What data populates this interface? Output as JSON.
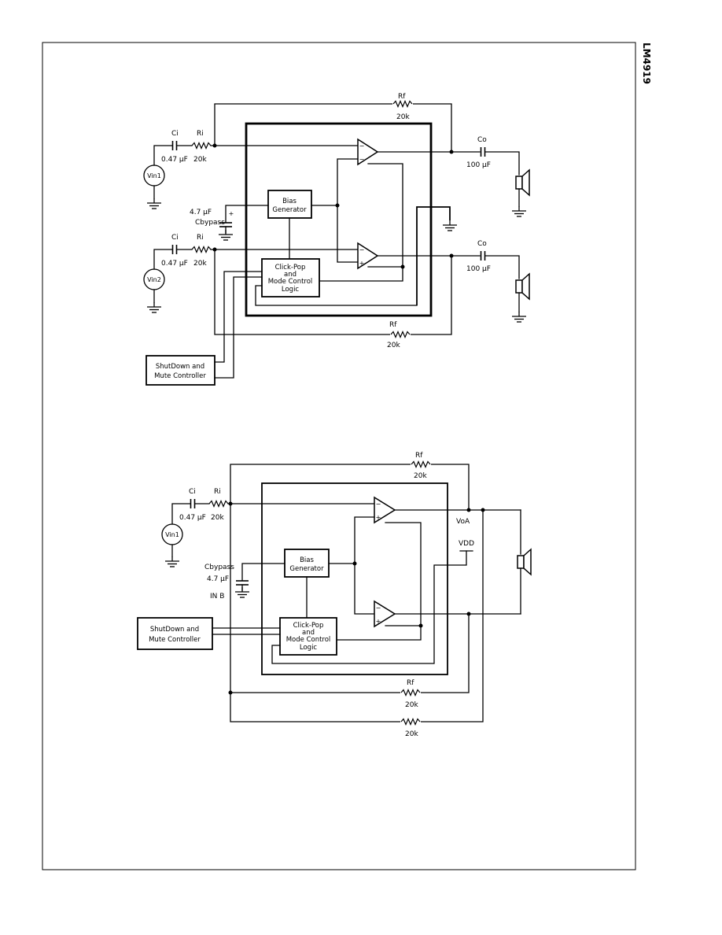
{
  "page": {
    "side_label": "LM4919"
  },
  "figure1": {
    "rf_top": {
      "name": "Rf",
      "value": "20k"
    },
    "rf_bottom": {
      "name": "Rf",
      "value": "20k"
    },
    "ci_a": {
      "name": "Ci",
      "value": "0.47 µF"
    },
    "ri_a": {
      "name": "Ri",
      "value": "20k"
    },
    "ci_b": {
      "name": "Ci",
      "value": "0.47 µF"
    },
    "ri_b": {
      "name": "Ri",
      "value": "20k"
    },
    "vin_a": "Vin1",
    "vin_b": "Vin2",
    "cbypass_value": "4.7 µF",
    "cbypass_name": "Cbypass",
    "bias_block": [
      "Bias",
      "Generator"
    ],
    "clickpop_block": [
      "Click-Pop",
      "and",
      "Mode Control",
      "Logic"
    ],
    "controller_block": [
      "ShutDown and",
      "Mute Controller"
    ],
    "co_a": {
      "name": "Co",
      "value": "100 µF"
    },
    "co_b": {
      "name": "Co",
      "value": "100 µF"
    }
  },
  "figure2": {
    "rf_top": {
      "name": "Rf",
      "value": "20k"
    },
    "rf_mid": {
      "name": "Rf",
      "value": "20k"
    },
    "r_bottom": {
      "value": "20k"
    },
    "ci": {
      "name": "Ci",
      "value": "0.47 µF"
    },
    "ri": {
      "name": "Ri",
      "value": "20k"
    },
    "vin": "Vin1",
    "cbypass_name": "Cbypass",
    "cbypass_value": "4.7 µF",
    "in_b": "IN B",
    "bias_block": [
      "Bias",
      "Generator"
    ],
    "clickpop_block": [
      "Click-Pop",
      "and",
      "Mode Control",
      "Logic"
    ],
    "controller_block": [
      "ShutDown and",
      "Mute Controller"
    ],
    "vo_label": "VoA",
    "vdd_label": "VDD"
  }
}
